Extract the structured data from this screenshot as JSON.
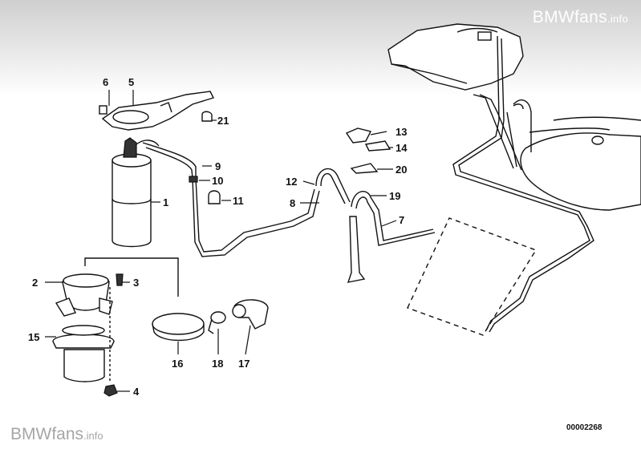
{
  "watermark_top": {
    "brand": "BMWfans",
    "suffix": ".info"
  },
  "watermark_bottom": {
    "brand": "BMWfans",
    "suffix": ".info"
  },
  "catalog_number": "00002268",
  "callouts": [
    {
      "id": "6",
      "text": "6"
    },
    {
      "id": "5",
      "text": "5"
    },
    {
      "id": "21",
      "text": "21"
    },
    {
      "id": "9",
      "text": "9"
    },
    {
      "id": "10",
      "text": "10"
    },
    {
      "id": "1",
      "text": "1"
    },
    {
      "id": "11",
      "text": "11"
    },
    {
      "id": "12",
      "text": "12"
    },
    {
      "id": "8",
      "text": "8"
    },
    {
      "id": "13",
      "text": "13"
    },
    {
      "id": "14",
      "text": "14"
    },
    {
      "id": "20",
      "text": "20"
    },
    {
      "id": "19",
      "text": "19"
    },
    {
      "id": "7",
      "text": "7"
    },
    {
      "id": "2",
      "text": "2"
    },
    {
      "id": "3",
      "text": "3"
    },
    {
      "id": "15",
      "text": "15"
    },
    {
      "id": "16",
      "text": "16"
    },
    {
      "id": "18",
      "text": "18"
    },
    {
      "id": "17",
      "text": "17"
    },
    {
      "id": "4",
      "text": "4"
    }
  ]
}
